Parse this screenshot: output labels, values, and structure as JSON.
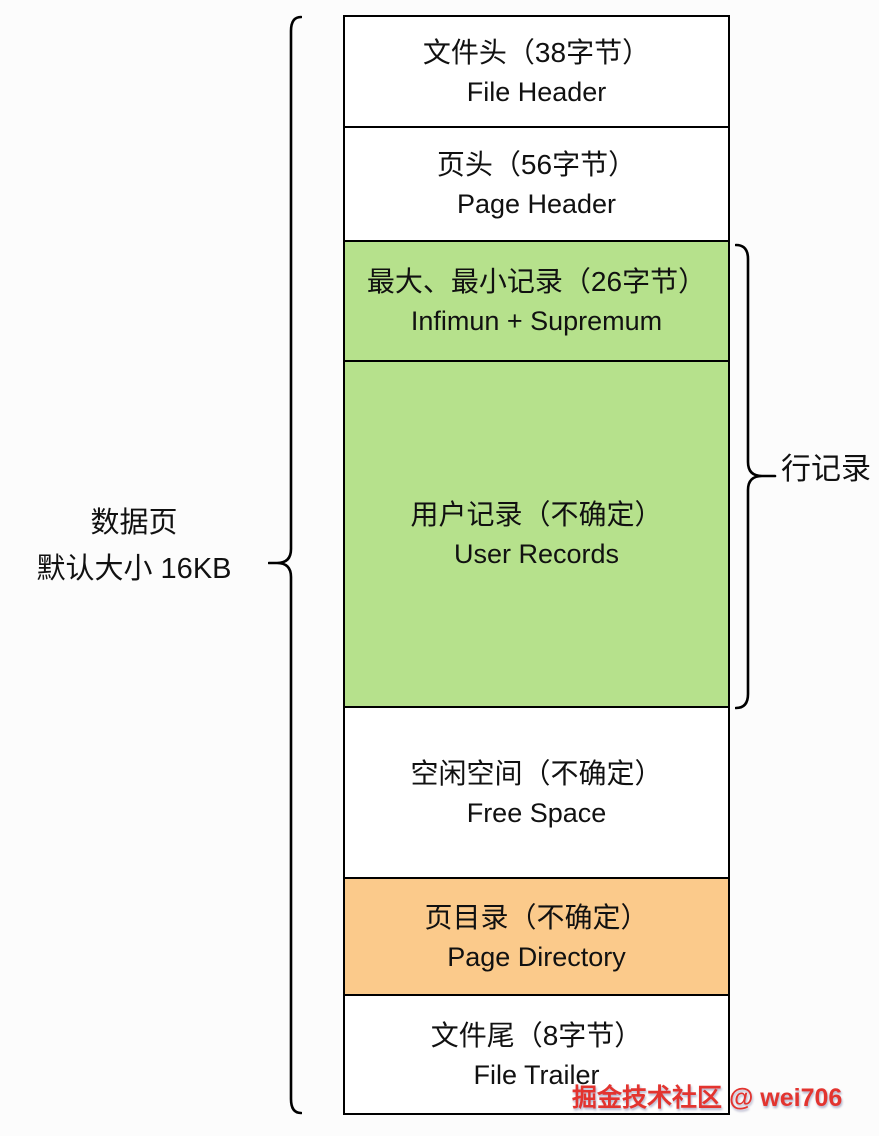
{
  "diagram": {
    "left_label": {
      "line1": "数据页",
      "line2": "默认大小 16KB"
    },
    "right_label": "行记录",
    "rows": [
      {
        "id": "file-header",
        "cn": "文件头（38字节）",
        "en": "File Header",
        "color": "#ffffff"
      },
      {
        "id": "page-header",
        "cn": "页头（56字节）",
        "en": "Page Header",
        "color": "#ffffff"
      },
      {
        "id": "infimum-supremum",
        "cn": "最大、最小记录（26字节）",
        "en": "Infimun + Supremum",
        "color": "#b6e18c"
      },
      {
        "id": "user-records",
        "cn": "用户记录（不确定）",
        "en": "User Records",
        "color": "#b6e18c"
      },
      {
        "id": "free-space",
        "cn": "空闲空间（不确定）",
        "en": "Free Space",
        "color": "#ffffff"
      },
      {
        "id": "page-directory",
        "cn": "页目录（不确定）",
        "en": "Page Directory",
        "color": "#fbca8b"
      },
      {
        "id": "file-trailer",
        "cn": "文件尾（8字节）",
        "en": "File Trailer",
        "color": "#ffffff"
      }
    ],
    "watermark": "掘金技术社区 @ wei706",
    "colors": {
      "green": "#b6e18c",
      "orange": "#fbca8b",
      "border": "#000000",
      "watermark_red": "#e3342f"
    }
  }
}
